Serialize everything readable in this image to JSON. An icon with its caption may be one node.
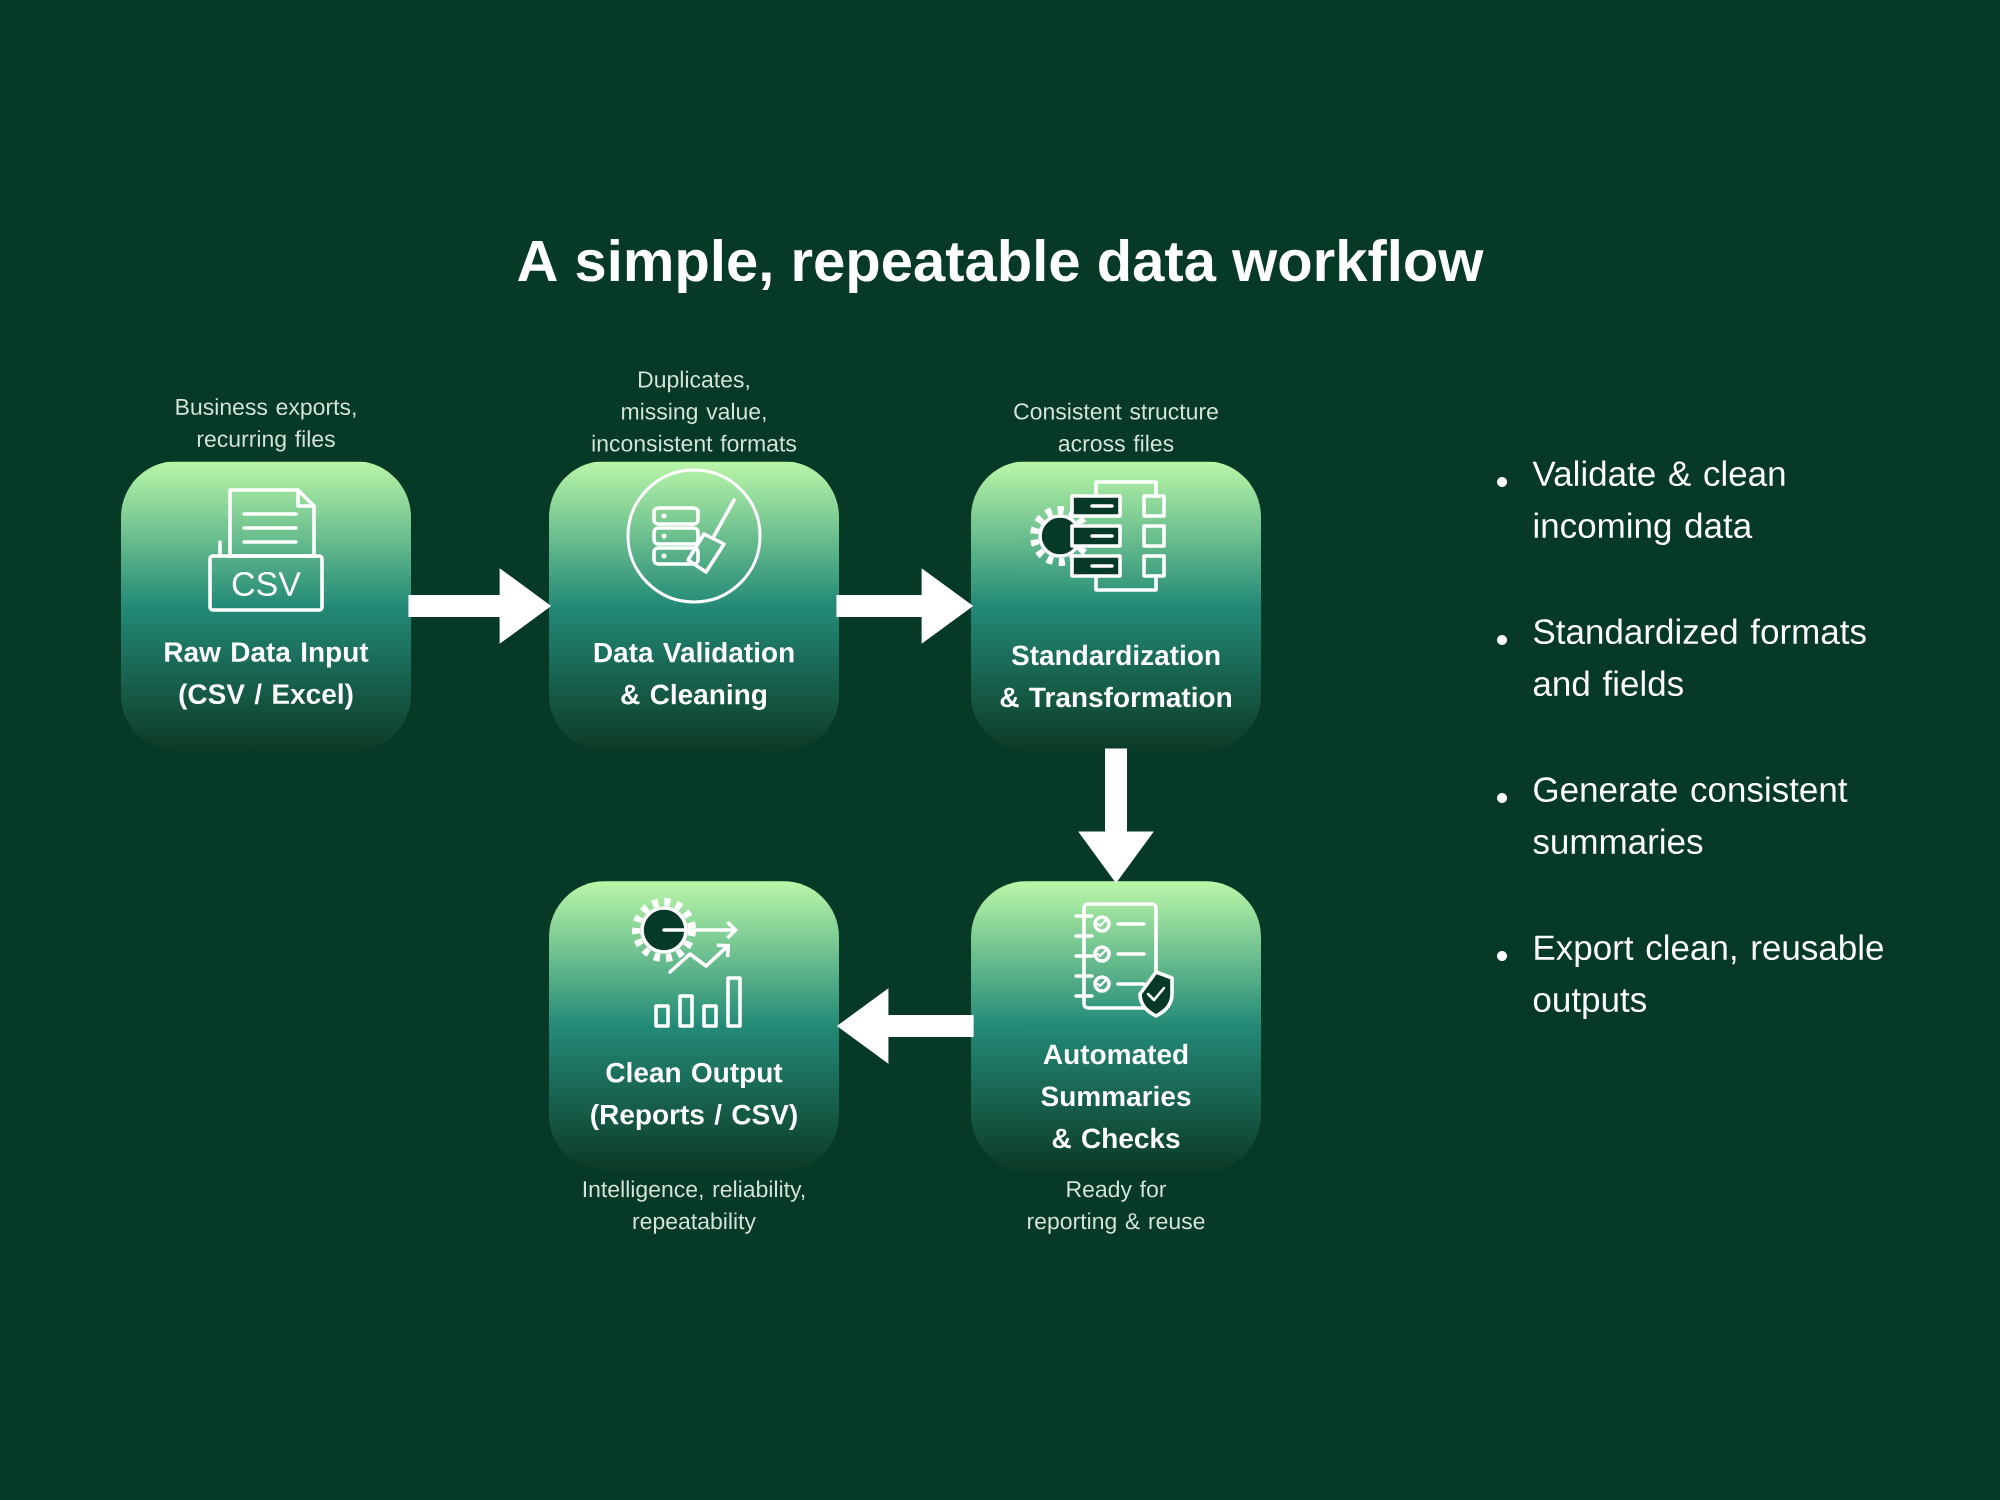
{
  "diagram": {
    "title": "A simple, repeatable data workflow",
    "nodes": [
      {
        "text": [
          "CSV",
          "Raw Data Input (CSV / Excel)"
        ]
      },
      {
        "text": [
          "Data Validation & Cleaning"
        ]
      },
      {
        "text": [
          "Standardization & Transformation"
        ]
      },
      {
        "text": [
          "Automated Summaries & Checks"
        ],
        "beside": [
          "Ready for reporting & reuse"
        ]
      },
      {
        "text": [
          "Clean Output (Reports / CSV)"
        ],
        "beside": [
          "Intelligence, reliability, repeatability"
        ]
      }
    ],
    "edges": [
      {
        "from": 0,
        "to": 1,
        "arrow": "to"
      },
      {
        "from": 1,
        "to": 2,
        "arrow": "to"
      },
      {
        "from": 2,
        "to": 3,
        "arrow": "to"
      },
      {
        "from": 3,
        "to": 4,
        "arrow": "to"
      }
    ],
    "labels": [
      "Business exports, recurring files",
      "Duplicates, missing value, inconsistent formats",
      "Consistent structure across files",
      "Validate & clean incoming data",
      "Standardized formats and fields",
      "Generate consistent summaries",
      "Export clean, reusable outputs"
    ]
  }
}
